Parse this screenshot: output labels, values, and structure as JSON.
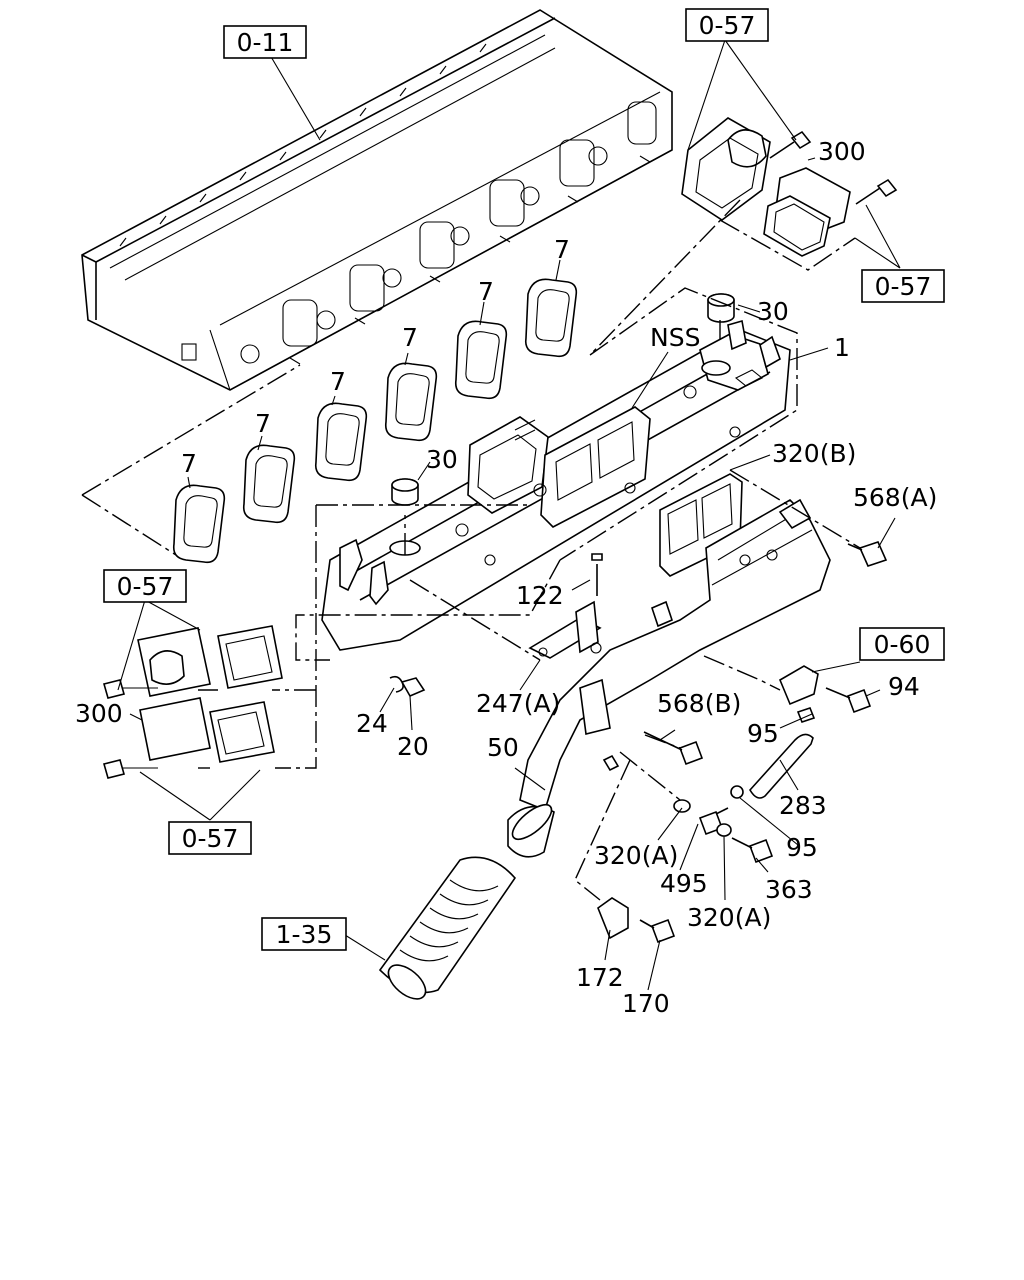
{
  "refs": {
    "r_0_11": "0-11",
    "r_0_57_top": "0-57",
    "r_0_57_right": "0-57",
    "r_0_57_left": "0-57",
    "r_0_57_bottom": "0-57",
    "r_0_60": "0-60",
    "r_1_35": "1-35"
  },
  "labels": {
    "l300_top": "300",
    "l30_top": "30",
    "l1": "1",
    "lnss": "NSS",
    "l7a": "7",
    "l7b": "7",
    "l7c": "7",
    "l7d": "7",
    "l7e": "7",
    "l7f": "7",
    "l30_mid": "30",
    "l320b": "320(B)",
    "l568a": "568(A)",
    "l122": "122",
    "l247a": "247(A)",
    "l300_left": "300",
    "l24": "24",
    "l20": "20",
    "l50": "50",
    "l568b": "568(B)",
    "l94": "94",
    "l95a": "95",
    "l283": "283",
    "l95b": "95",
    "l320a_1": "320(A)",
    "l495": "495",
    "l363": "363",
    "l320a_2": "320(A)",
    "l172": "172",
    "l170": "170"
  }
}
